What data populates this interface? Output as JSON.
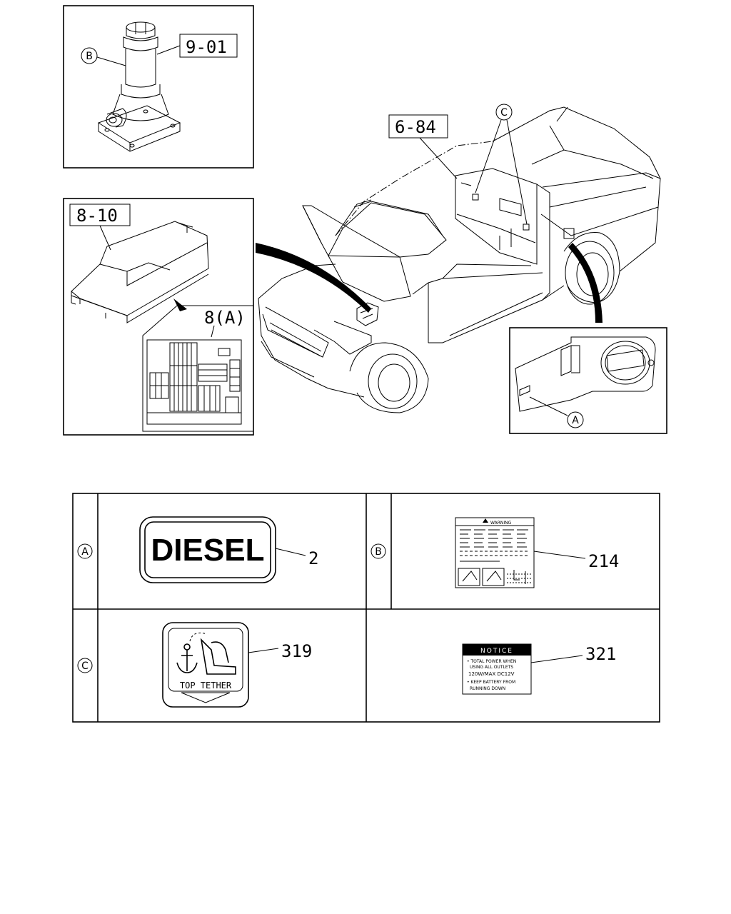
{
  "callouts": {
    "jack": "9-01",
    "fuse_box": "8-10",
    "fuse_label": "8(A)",
    "rear_label": "6-84"
  },
  "markers": {
    "a": "A",
    "b": "B",
    "c": "C"
  },
  "parts_table": {
    "rows": [
      {
        "left_key": "A",
        "left_part": "2",
        "left_label_text": "DIESEL",
        "right_key": "B",
        "right_part": "214",
        "right_label_header": "WARNING"
      },
      {
        "left_key": "C",
        "left_part": "319",
        "left_label_text": "TOP TETHER",
        "right_key": "",
        "right_part": "321",
        "right_label_header": "NOTICE",
        "right_label_lines": [
          "• TOTAL POWER WHEN",
          "USING ALL OUTLETS",
          "120W/MAX DC12V",
          "• KEEP BATTERY FROM",
          "RUNNING DOWN"
        ]
      }
    ]
  }
}
